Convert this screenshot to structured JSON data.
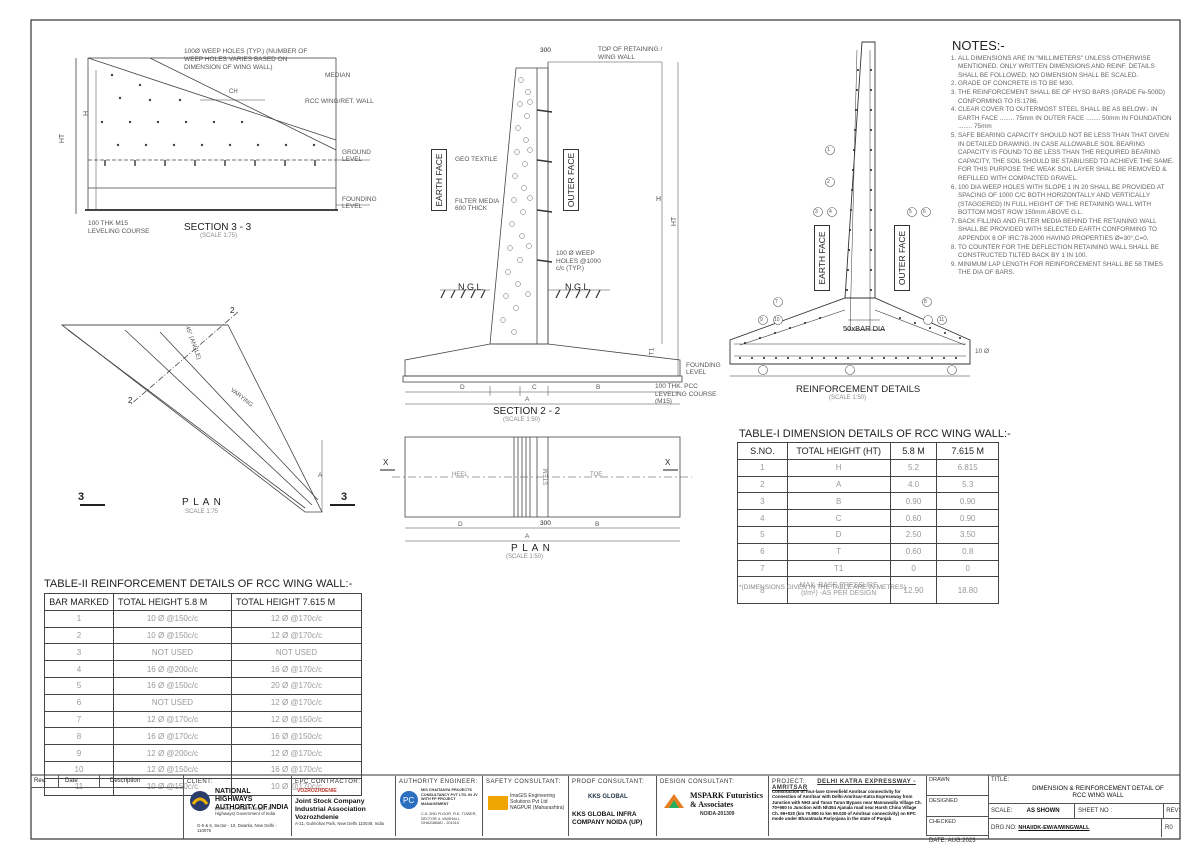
{
  "section33": {
    "title": "SECTION 3 - 3",
    "scale": "(SCALE 1:75)",
    "weep_note": "100Ø WEEP HOLES (TYP.) (NUMBER OF WEEP HOLES VARIES BASED ON DIMENSION OF WING WALL)",
    "median": "MEDIAN",
    "wall": "RCC WING/RET. WALL",
    "ground": "GROUND LEVEL",
    "founding": "FOUNDING LEVEL",
    "leveling": "100 THK M15 LEVELING COURSE",
    "ht": "HT",
    "h": "H",
    "ch": "CH"
  },
  "plan1": {
    "title": "P L A N",
    "scale": "SCALE 1:75",
    "angle": "45° (ANGLE)",
    "varying": "VARYING",
    "cut_left": "3",
    "cut_right": "3",
    "a": "A",
    "marks": [
      "2",
      "2"
    ]
  },
  "section22": {
    "title": "SECTION 2 - 2",
    "scale": "(SCALE 1:50)",
    "top_dim": "300",
    "top_note": "TOP OF RETAINING / WING WALL",
    "geo": "GEO TEXTILE",
    "filter": "FILTER MEDIA 600 THICK",
    "weep": "100 Ø WEEP HOLES @1000 c/c (TYP.)",
    "earth": "EARTH FACE",
    "outer": "OUTER FACE",
    "ngl1": "N.G.L.",
    "ngl2": "N.G.L.",
    "founding": "FOUNDING LEVEL",
    "pcc": "100 THK. PCC LEVELING COURSE (M15)",
    "h": "H",
    "ht": "HT",
    "t1": "T1",
    "dims": [
      "D",
      "C",
      "B",
      "A"
    ]
  },
  "plan2": {
    "title": "P L A N",
    "scale": "(SCALE 1:50)",
    "heel": "HEEL",
    "stem": "STEM",
    "toe": "TOE",
    "x1": "X",
    "x2": "X",
    "d": "D",
    "b": "B",
    "a": "A",
    "dim300": "300"
  },
  "reinf": {
    "title": "REINFORCEMENT DETAILS",
    "scale": "(SCALE 1:50)",
    "earth": "EARTH FACE",
    "outer": "OUTER FACE",
    "dia": "50xBAR DIA",
    "bar10": "10 Ø",
    "marks": [
      "1",
      "2",
      "3",
      "4",
      "5",
      "6",
      "7",
      "8",
      "9",
      "10",
      "11"
    ]
  },
  "notes": {
    "title": "NOTES:-",
    "items": [
      "ALL DIMENSIONS ARE IN \"MILLIMETERS\" UNLESS OTHERWISE MENTIONED. ONLY WRITTEN DIMENSIONS AND REINF. DETAILS SHALL BE FOLLOWED. NO DIMENSION SHALL BE SCALED.",
      "GRADE OF CONCRETE IS TO BE M30.",
      "THE REINFORCEMENT SHALL BE OF HYSD BARS (GRADE Fe-500D) CONFORMING TO IS:1786.",
      "CLEAR COVER TO OUTERMOST STEEL SHALL BE AS BELOW:- IN EARTH FACE ........ 75mm IN OUTER FACE ........ 50mm IN FOUNDATION ........ 75mm",
      "SAFE BEARING CAPACITY SHOULD NOT BE LESS THAN THAT GIVEN IN DETAILED DRAWING. IN CASE ALLOWABLE SOIL BEARING CAPACITY IS FOUND TO BE LESS THAN THE REQUIRED BEARING CAPACITY, THE SOIL SHOULD BE STABILISED TO ACHIEVE THE SAME. FOR THIS PURPOSE THE WEAK SOIL LAYER SHALL BE REMOVED & REFILLED WITH COMPACTED GRAVEL.",
      "100 DIA WEEP HOLES WITH SLOPE 1 IN 20 SHALL BE PROVIDED AT SPACING OF 1000 C/C BOTH HORIZONTALLY AND VERTICALLY (STAGGERED) IN FULL HEIGHT OF THE RETAINING WALL WITH BOTTOM MOST ROW 150mm ABOVE G.L.",
      "BACK FILLING AND FILTER MEDIA BEHIND THE RETAINING WALL SHALL BE PROVIDED WITH SELECTED EARTH CONFORMING TO APPENDIX 6 OF IRC:78-2000 HAVING PROPERTIES Ø=30°,C=0.",
      "TO COUNTER FOR THE DEFLECTION RETAINING WALL SHALL BE CONSTRUCTED TILTED BACK BY 1 IN 100.",
      "MINIMUM LAP LENGTH FOR REINFORCEMENT SHALL BE 58 TIMES THE DIA OF BARS."
    ]
  },
  "table1": {
    "title": "TABLE-I DIMENSION DETAILS OF RCC WING WALL:-",
    "headers": [
      "S.NO.",
      "TOTAL HEIGHT (HT)",
      "5.8 M",
      "7.615 M"
    ],
    "rows": [
      [
        "1",
        "H",
        "5.2",
        "6.815"
      ],
      [
        "2",
        "A",
        "4.0",
        "5.3"
      ],
      [
        "3",
        "B",
        "0.90",
        "0.90"
      ],
      [
        "4",
        "C",
        "0.60",
        "0.90"
      ],
      [
        "5",
        "D",
        "2.50",
        "3.50"
      ],
      [
        "6",
        "T",
        "0.60",
        "0.8"
      ],
      [
        "7",
        "T1",
        "0",
        "0"
      ],
      [
        "8",
        "MAX. BASE PRESSURE (t/m²) -AS PER DESIGN",
        "12.90",
        "18.80"
      ]
    ],
    "footnote": "*(DIMENSIONS GIVEN IN THE TABLE ARE IN METRES)"
  },
  "table2": {
    "title": "TABLE-II REINFORCEMENT DETAILS OF RCC WING WALL:-",
    "headers": [
      "BAR MARKED",
      "TOTAL HEIGHT 5.8 M",
      "TOTAL HEIGHT 7.615 M"
    ],
    "rows": [
      [
        "1",
        "10 Ø @150c/c",
        "12 Ø @170c/c"
      ],
      [
        "2",
        "10 Ø @150c/c",
        "12 Ø @170c/c"
      ],
      [
        "3",
        "NOT USED",
        "NOT USED"
      ],
      [
        "4",
        "16 Ø @200c/c",
        "16 Ø @170c/c"
      ],
      [
        "5",
        "16 Ø @150c/c",
        "20 Ø @170c/c"
      ],
      [
        "6",
        "NOT USED",
        "12 Ø @170c/c"
      ],
      [
        "7",
        "12 Ø @170c/c",
        "12 Ø @150c/c"
      ],
      [
        "8",
        "16 Ø @170c/c",
        "16 Ø @150c/c"
      ],
      [
        "9",
        "12 Ø @200c/c",
        "12 Ø @170c/c"
      ],
      [
        "10",
        "12 Ø @150c/c",
        "16 Ø @170c/c"
      ],
      [
        "11",
        "10 Ø @150c/c",
        "10 Ø @170c/c"
      ]
    ]
  },
  "titleblock": {
    "rev": "Rev.",
    "date": "Date",
    "description": "Description",
    "client_hdr": "CLIENT:",
    "client_name": "NATIONAL HIGHWAYS AUTHORITY OF INDIA",
    "client_sub": "(Ministry of Road Transport & Highways) Government of India",
    "client_addr": "G-5 & 6, Sector - 10, Dwarka, New Delhi - 110075",
    "epc_hdr": "EPC CONTRACTOR:",
    "epc_brand": "VOZROZHDENIE",
    "epc_name": "Joint Stock Company Industrial Association Vozrozhdenie",
    "epc_addr": "A-11, Gulmohar Park, New Delhi 110049, India",
    "ae_hdr": "AUTHORITY ENGINEER:",
    "ae_name": "M/S CHAITANYA PROJECTS CONSULTANCY PVT LTD. IN JV WITH FP PROJECT MANAGEMENT",
    "ae_addr": "C-5, 2ND FLOOR, R.K. TOWER, SECTOR 4, VAISHALI, GHAZIABAD - 201010",
    "safety_hdr": "SAFETY CONSULTANT:",
    "safety_name": "ImaGIS Engineering Solutions Pvt Ltd NAGPUR (Maharashtra)",
    "proof_hdr": "PROOF CONSULTANT:",
    "proof_brand": "KKS GLOBAL",
    "proof_name": "KKS GLOBAL INFRA COMPANY NOIDA (UP)",
    "design_hdr": "DESIGN CONSULTANT:",
    "design_name": "MSPARK Futuristics & Associates",
    "design_addr": "NOIDA-201309",
    "project_hdr": "PROJECT:",
    "project_name": "DELHI KATRA EXPRESSWAY - AMRITSAR",
    "project_desc": "Construction of four-lane Greenfield Amritsar connectivity for Connection of Amritsar with Delhi-Amritsar-Katra Expressway from Junction with NH3 and Taran Taran Bypass near Mannawalla Village Ch. 70+950 to Junction with Nh354 Ajanala road near Harsh China Village Ch. 99+020 (km 70.950 to km 99.020 of Amritsar connectivity) on EPC mode under Bharatmala Pariyojana in the state of Punjab",
    "drawn": "DRAWN",
    "designed": "DESIGNED",
    "checked": "CHECKED",
    "date_label": "DATE:",
    "date_value": "AUG.2023",
    "title_hdr": "TITLE:",
    "title_value": "DIMENSION & REINFORCEMENT DETAIL OF RCC WING WALL",
    "scale_label": "SCALE:",
    "scale_value": "AS SHOWN",
    "sheet_label": "SHEET NO :",
    "rev_label": "REV:",
    "rev_value": "R0",
    "dwg_label": "DRG.NO:",
    "dwg_value": "NHAI/DK-EW/A/WINGWALL"
  }
}
